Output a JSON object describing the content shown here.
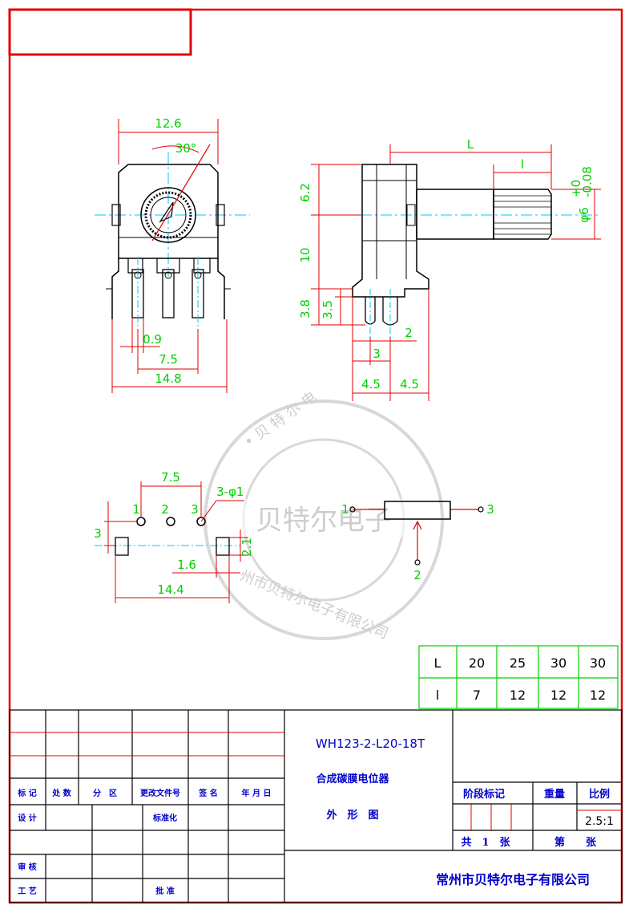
{
  "drawing": {
    "part_number": "WH123-2-L20-18T",
    "product_name": "合成碳膜电位器",
    "drawing_type": "外　形　图",
    "company": "常州市贝特尔电子有限公司",
    "watermark_center": "贝特尔电子",
    "watermark_ring_top": "• 贝 特 尔 电",
    "watermark_ring_bottom": "州市贝特尔电子有限公司",
    "colors": {
      "frame": "#e00000",
      "dimension": "#00d000",
      "text": "#0000cc",
      "outline": "#000000",
      "centerline": "#00c8ff"
    }
  },
  "front_view": {
    "width": "12.6",
    "angle": "30°",
    "pin_pitch": "7.5",
    "pin_width": "0.9",
    "overall_width": "14.8"
  },
  "side_view": {
    "shaft_length": "L",
    "knurl_length": "l",
    "dim_6_2": "6.2",
    "dim_10": "10",
    "dim_3_8": "3.8",
    "dim_3_5": "3.5",
    "dim_2": "2",
    "dim_3": "3",
    "dim_4_5_left": "4.5",
    "dim_4_5_right": "4.5",
    "shaft_dia": "φ6",
    "tol_upper": "+0",
    "tol_lower": "-0.08"
  },
  "pcb_view": {
    "pin_pitch": "7.5",
    "pin_1": "1",
    "pin_2": "2",
    "pin_3": "3",
    "holes": "3-φ1",
    "offset": "3",
    "slot_width": "1.6",
    "slot_height": "2.1",
    "total": "14.4"
  },
  "schematic": {
    "pin_1": "1",
    "pin_2": "2",
    "pin_3": "3"
  },
  "length_table": {
    "header_L": "L",
    "header_l": "l",
    "L_values": [
      "20",
      "25",
      "30",
      "30"
    ],
    "l_values": [
      "7",
      "12",
      "12",
      "12"
    ]
  },
  "title_block": {
    "mark": "标 记",
    "count": "处 数",
    "zone": "分　区",
    "change_doc": "更改文件号",
    "sign": "签 名",
    "date": "年 月 日",
    "design": "设 计",
    "standard": "标准化",
    "review": "审 核",
    "process": "工 艺",
    "approve": "批 准",
    "stage": "阶段标记",
    "weight": "重量",
    "scale_label": "比例",
    "scale": "2.5:1",
    "total_sheets": "共　1　张",
    "sheet_no": "第　　张"
  }
}
